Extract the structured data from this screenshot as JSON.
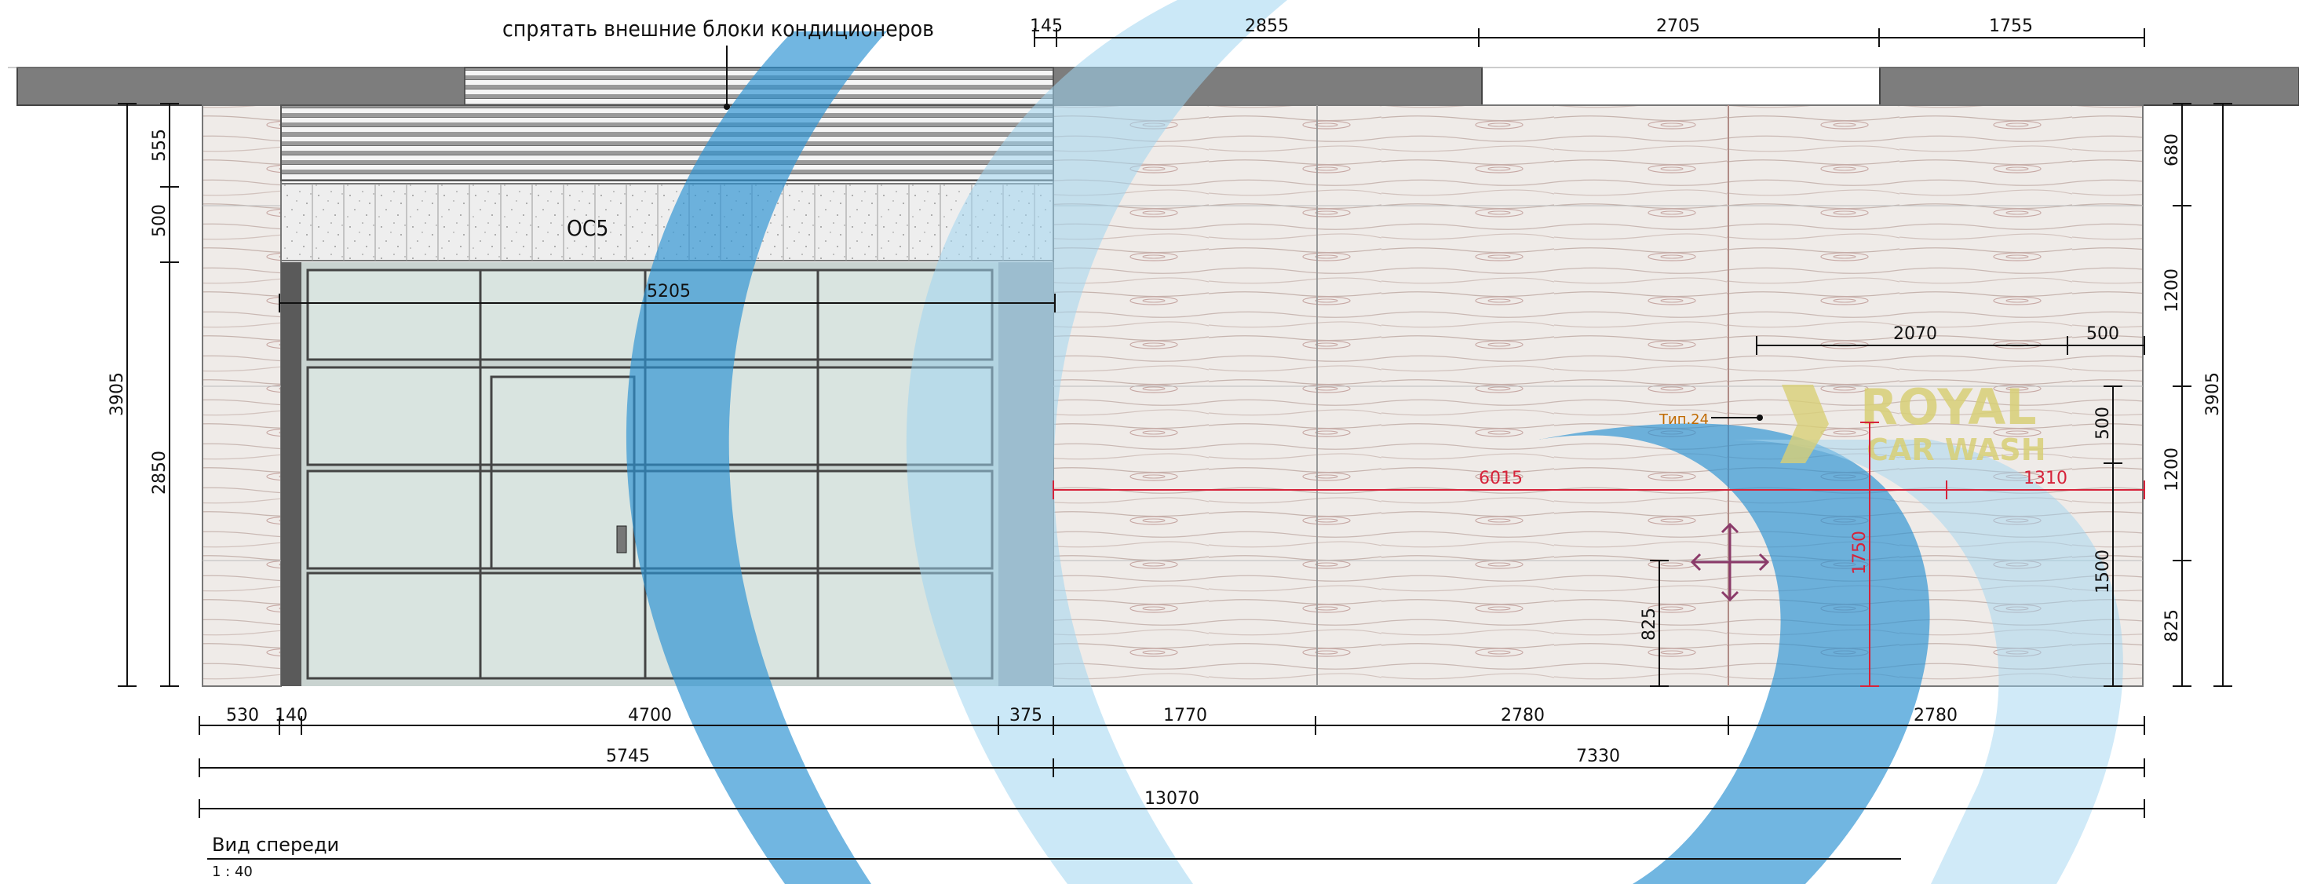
{
  "annotation": {
    "hide_ac_units": "спрятать внешние блоки кондиционеров"
  },
  "labels": {
    "cladding_code": "OC5",
    "type_label": "Тип.24"
  },
  "logo": {
    "line1": "ROYAL",
    "line2": "CAR WASH"
  },
  "view": {
    "title": "Вид спереди",
    "scale": "1 : 40"
  },
  "dims": {
    "top": [
      "145",
      "2855",
      "2705",
      "1755"
    ],
    "door_width": "5205",
    "sign_width": "2070",
    "sign_gap": "500",
    "red_width": "6015",
    "red_right": "1310",
    "red_height": "1750",
    "small_height": "825",
    "left_outer": "3905",
    "left_top": "555",
    "left_mid": "500",
    "left_low": "2850",
    "right_stack": [
      "680",
      "1200",
      "500",
      "1200",
      "1500",
      "825"
    ],
    "right_outer": "3905",
    "bottom_row1": [
      "530",
      "140",
      "4700",
      "375",
      "1770",
      "2780",
      "2780"
    ],
    "bottom_row2": [
      "5745",
      "7330"
    ],
    "bottom_total": "13070"
  },
  "colors": {
    "roof": "#7d7d7d",
    "wall": "#eeeae6",
    "glass": "#d9e4e0",
    "door_frame": "#5a5a5a",
    "dimension_red": "#d6233a",
    "watermark_dark": "#2c93d1",
    "watermark_light": "#9fd3f0",
    "logo_gold": "#d8cf76"
  }
}
